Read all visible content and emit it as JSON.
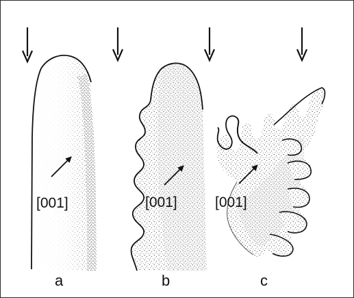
{
  "figure": {
    "direction_label": "[001]",
    "panels": [
      {
        "id": "a",
        "label": "a"
      },
      {
        "id": "b",
        "label": "b"
      },
      {
        "id": "c",
        "label": "c"
      }
    ]
  }
}
